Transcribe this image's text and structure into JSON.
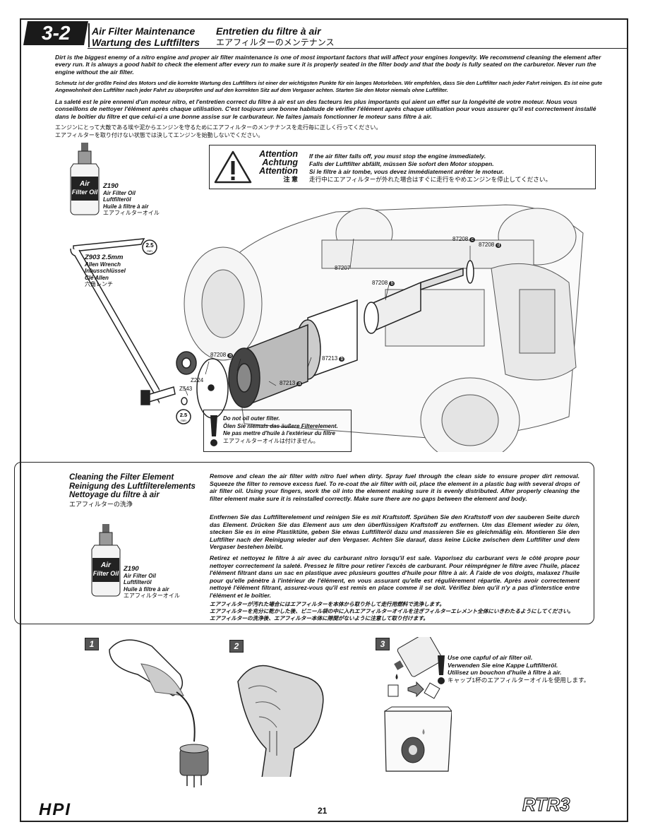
{
  "header": {
    "section": "3-2",
    "title_en": "Air Filter Maintenance",
    "title_de": "Wartung des Luftfilters",
    "title_fr": "Entretien du filtre à air",
    "title_jp": "エアフィルターのメンテナンス"
  },
  "intro": {
    "en": "Dirt is the biggest enemy of a nitro engine and proper air filter maintenance is one of most important factors that will affect your engines longevity. We recommend cleaning the element after every run. It is always a good habit to check the element after every run to make sure it is properly seated in the filter body and that the body is fully seated on the carburetor. Never run the engine without the air filter.",
    "de": "Schmutz ist der größte Feind des Motors und die korrekte Wartung des Luftfilters ist einer der wichtigsten Punkte für ein langes Motorleben. Wir empfehlen, dass Sie den Luftfilter nach jeder Fahrt reinigen. Es ist eine gute Angewohnheit den Luftfilter nach jeder Fahrt zu überprüfen und auf den korrekten Sitz auf dem Vergaser achten. Starten Sie den Motor niemals ohne Luftfilter.",
    "fr": "La saleté est le pire ennemi d'un moteur nitro, et l'entretien correct du filtre à air est un des facteurs les plus importants qui aient un effet sur la longévité de votre moteur. Nous vous conseillons de nettoyer l'élément après chaque utilisation. C'est toujours une bonne habitude de vérifier l'élément après chaque utilisation pour vous assurer qu'il est correctement installé dans le boîtier du filtre et que celui-ci a une bonne assise sur le carburateur. Ne faites jamais fonctionner le moteur sans filtre à air.",
    "jp1": "エンジンにとって大敵である埃や泥からエンジンを守るためにエアフィルターのメンテナンスを走行毎に正しく行ってください。",
    "jp2": "エアフィルターを取り付けない状態では決してエンジンを始動しないでください。"
  },
  "tools": {
    "oil_code": "Z190",
    "oil_en": "Air Filter Oil",
    "oil_de": "Luftfilteröl",
    "oil_fr": "Huile à filtre à air",
    "oil_jp": "エアフィルターオイル",
    "bottle_label": "Air Filter Oil",
    "wrench_code": "Z903 2.5mm",
    "wrench_en": "Allen Wrench",
    "wrench_de": "Inbusschlüssel",
    "wrench_fr": "Clé Allen",
    "wrench_jp": "六角レンチ",
    "size_badge": "2.5",
    "size_unit": "mm"
  },
  "attention": {
    "en": "Attention",
    "de": "Achtung",
    "fr": "Attention",
    "jp": "注 意",
    "line_en": "If the air filter falls off, you must stop the engine immediately.",
    "line_de": "Falls der Luftfilter abfällt, müssen Sie sofort den Motor stoppen.",
    "line_fr": "Si le filtre à air tombe, vous devez immédiatement arrêter le moteur.",
    "line_jp": "走行中にエアフィルターが外れた場合はすぐに走行をやめエンジンを停止してください。"
  },
  "parts": {
    "p87208c": "87208",
    "p87208d": "87208",
    "p87207": "87207",
    "p87208b": "87208",
    "p87208a": "87208",
    "p87213b": "87213",
    "p87213a": "87213",
    "z224": "Z224",
    "z543": "Z543",
    "a": "a",
    "b": "b",
    "c": "c",
    "d": "d"
  },
  "warning": {
    "en": "Do not oil outer filter.",
    "de": "Ölen Sie niemals das äußere Filterelement.",
    "fr": "Ne pas mettre d'huile à l'extérieur du filtre",
    "jp": "エアフィルターオイルは付けません。"
  },
  "cleaning": {
    "title_en": "Cleaning the Filter Element",
    "title_de": "Reinigung des Luftfilterelements",
    "title_fr": "Nettoyage du filtre à air",
    "title_jp": "エアフィルターの洗浄",
    "para_en": "Remove and clean the air filter with nitro fuel when dirty. Spray fuel through the clean side to ensure proper dirt removal. Squeeze the filter to remove excess fuel. To re-coat the air filter with oil, place the element in a plastic bag with several drops of air filter oil. Using your fingers, work the oil into the element making sure it is evenly distributed. After properly cleaning the filter element make sure it is reinstalled correctly. Make sure there are no gaps between the element and body.",
    "para_de": "Entfernen Sie das Luftfilterelement und reinigen Sie es mit Kraftstoff. Sprühen Sie den Kraftstoff von der sauberen Seite durch das Element. Drücken Sie das Element aus um den überflüssigen Kraftstoff zu entfernen. Um das Element wieder zu ölen, stecken Sie es in eine Plastiktüte, geben Sie etwas Luftfilteröl dazu und massieren Sie es gleichmäßig ein. Montieren Sie den Luftfilter nach der Reinigung wieder auf den Vergaser. Achten Sie darauf, dass keine Lücke zwischen dem Luftfilter und dem Vergaser bestehen bleibt.",
    "para_fr": "Retirez et nettoyez le filtre à air avec du carburant nitro lorsqu'il est sale. Vaporisez du carburant vers le côté propre pour nettoyer correctement la saleté. Pressez le filtre pour retirer l'excès de carburant. Pour réimprégner le filtre avec l'huile, placez l'élément filtrant dans un sac en plastique avec plusieurs gouttes d'huile pour filtre à air. À l'aide de vos doigts, malaxez l'huile pour qu'elle pénètre à l'intérieur de l'élément, en vous assurant qu'elle est régulièrement répartie. Après avoir correctement nettoyé l'élément filtrant, assurez-vous qu'il est remis en place comme il se doit. Vérifiez bien qu'il n'y a pas d'interstice entre l'élément et le boîtier.",
    "jp1": "エアフィルターが汚れた場合にはエアフィルターを本体から取り外して走行用燃料で洗浄します。",
    "jp2": "エアフィルターを充分に乾かした後、ビニール袋の中に入れエアフィルターオイルを注ぎフィルターエレメント全体にいきわたるようにしてください。",
    "jp3": "エアフィルターの洗浄後、エアフィルター本体に隙間がないように注意して取り付けます。"
  },
  "steps": {
    "s1": "1",
    "s2": "2",
    "s3": "3",
    "s3_en": "Use one capful of air filter oil.",
    "s3_de": "Verwenden Sie eine Kappe Luftfilteröl.",
    "s3_fr": "Utilisez un bouchon d'huile à filtre à air.",
    "s3_jp": "キャップ1杯のエアフィルターオイルを使用します。"
  },
  "footer": {
    "page": "21",
    "brand": "HPI",
    "model": "RTR3"
  }
}
